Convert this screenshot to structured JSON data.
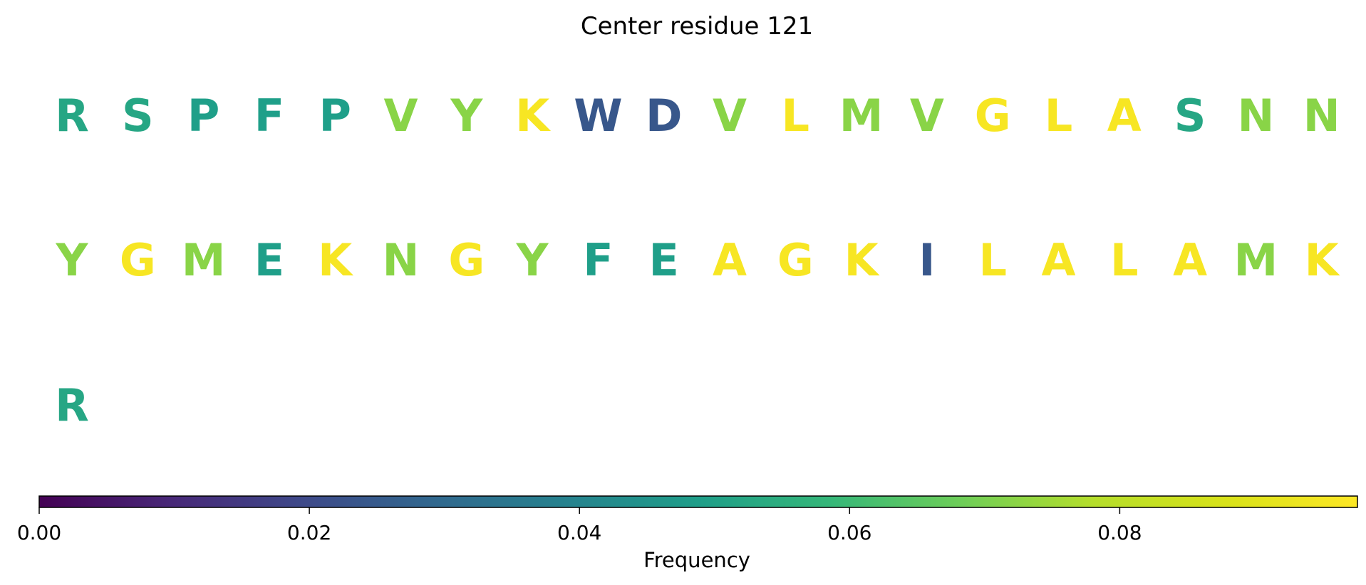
{
  "chart_data": {
    "type": "table",
    "title": "Center residue 121",
    "residues": [
      {
        "letter": "R",
        "frequency": 0.052
      },
      {
        "letter": "S",
        "frequency": 0.052
      },
      {
        "letter": "P",
        "frequency": 0.049
      },
      {
        "letter": "F",
        "frequency": 0.049
      },
      {
        "letter": "P",
        "frequency": 0.049
      },
      {
        "letter": "V",
        "frequency": 0.072
      },
      {
        "letter": "Y",
        "frequency": 0.072
      },
      {
        "letter": "K",
        "frequency": 0.096
      },
      {
        "letter": "W",
        "frequency": 0.024
      },
      {
        "letter": "D",
        "frequency": 0.024
      },
      {
        "letter": "V",
        "frequency": 0.072
      },
      {
        "letter": "L",
        "frequency": 0.096
      },
      {
        "letter": "M",
        "frequency": 0.072
      },
      {
        "letter": "V",
        "frequency": 0.072
      },
      {
        "letter": "G",
        "frequency": 0.096
      },
      {
        "letter": "L",
        "frequency": 0.096
      },
      {
        "letter": "A",
        "frequency": 0.096
      },
      {
        "letter": "S",
        "frequency": 0.052
      },
      {
        "letter": "N",
        "frequency": 0.072
      },
      {
        "letter": "N",
        "frequency": 0.072
      },
      {
        "letter": "Y",
        "frequency": 0.072
      },
      {
        "letter": "G",
        "frequency": 0.096
      },
      {
        "letter": "M",
        "frequency": 0.072
      },
      {
        "letter": "E",
        "frequency": 0.049
      },
      {
        "letter": "K",
        "frequency": 0.096
      },
      {
        "letter": "N",
        "frequency": 0.072
      },
      {
        "letter": "G",
        "frequency": 0.096
      },
      {
        "letter": "Y",
        "frequency": 0.072
      },
      {
        "letter": "F",
        "frequency": 0.049
      },
      {
        "letter": "E",
        "frequency": 0.049
      },
      {
        "letter": "A",
        "frequency": 0.096
      },
      {
        "letter": "G",
        "frequency": 0.096
      },
      {
        "letter": "K",
        "frequency": 0.096
      },
      {
        "letter": "I",
        "frequency": 0.024
      },
      {
        "letter": "L",
        "frequency": 0.096
      },
      {
        "letter": "A",
        "frequency": 0.096
      },
      {
        "letter": "L",
        "frequency": 0.096
      },
      {
        "letter": "A",
        "frequency": 0.096
      },
      {
        "letter": "M",
        "frequency": 0.072
      },
      {
        "letter": "K",
        "frequency": 0.096
      },
      {
        "letter": "R",
        "frequency": 0.052
      }
    ],
    "columns_per_row": 20,
    "colorbar": {
      "label": "Frequency",
      "colormap": "viridis",
      "range": [
        0,
        0.0976
      ],
      "ticks": [
        0.0,
        0.02,
        0.04,
        0.06,
        0.08
      ],
      "tick_labels": [
        "0.00",
        "0.02",
        "0.04",
        "0.06",
        "0.08"
      ],
      "orientation": "horizontal"
    }
  }
}
